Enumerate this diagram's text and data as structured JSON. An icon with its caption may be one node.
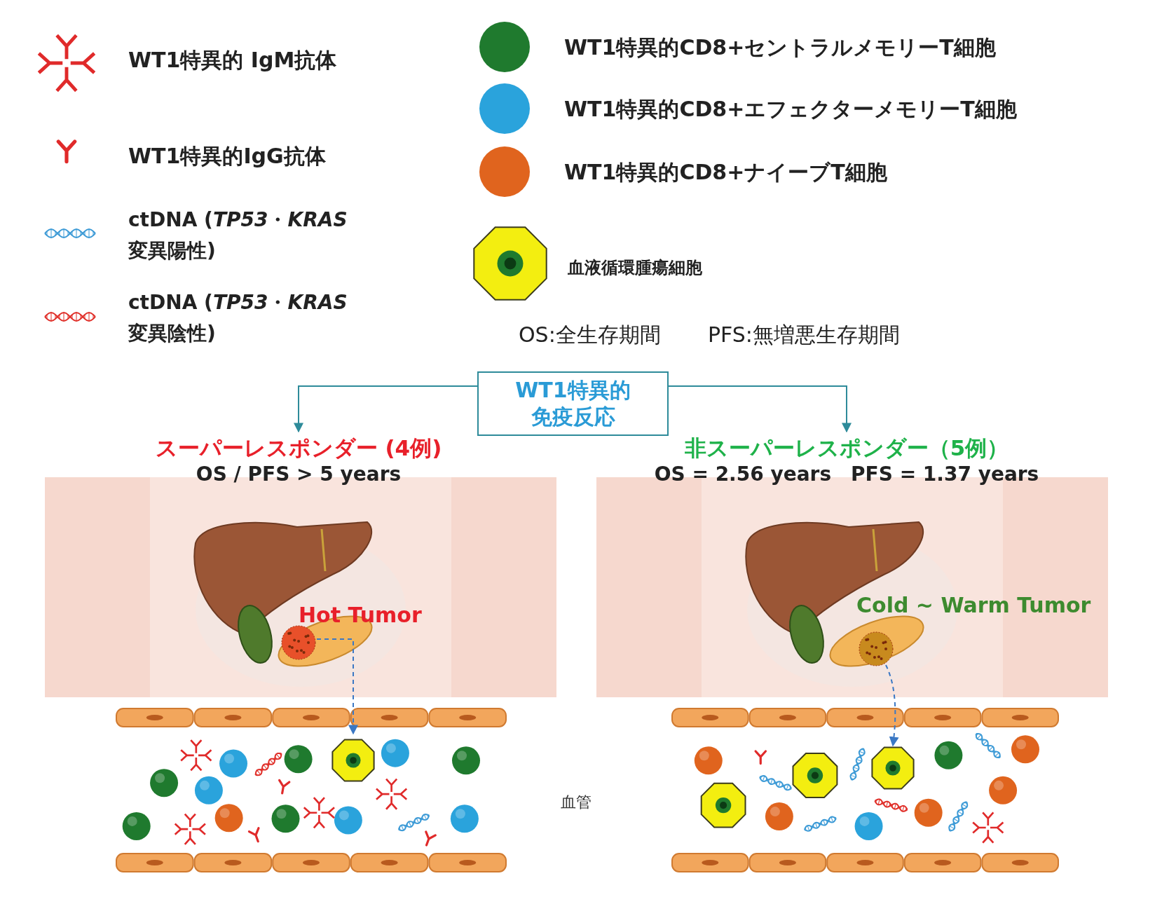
{
  "diagram": {
    "nodes": [
      {
        "text": [
          "WT1特異的免疫反応"
        ]
      },
      {
        "text": [
          "スーパーレスポンダー (4例)",
          "OS / PFS > 5 years"
        ]
      },
      {
        "text": [
          "非スーパーレスポンダー（5例）",
          "OS = 2.56 years　PFS = 1.37 years"
        ]
      },
      {
        "text": [],
        "shape": "circle"
      },
      {
        "text": [],
        "shape": "octagon"
      },
      {
        "text": [],
        "shape": "circle"
      },
      {
        "text": [],
        "shape": "octagon"
      }
    ],
    "edges": [
      {
        "from": 0,
        "to": 1,
        "arrow": "to"
      },
      {
        "from": 0,
        "to": 2,
        "arrow": "to"
      },
      {
        "from": 3,
        "to": 4,
        "arrow": "to",
        "style": "dashed",
        "color": "#3b78c4"
      },
      {
        "from": 5,
        "to": 6,
        "arrow": "to",
        "style": "dashed",
        "color": "#3b78c4"
      }
    ],
    "labels": [
      "OS:全生存期間",
      "PFS:無増悪生存期間",
      "Hot Tumor",
      "Cold ~ Warm Tumor",
      "血管"
    ],
    "legend": [
      {
        "text": "WT1特異的 IgM抗体"
      },
      {
        "text": "WT1特異的IgG抗体"
      },
      {
        "text": "ctDNA (*TP53*・*KRAS* 変異陽性)"
      },
      {
        "text": "ctDNA (*TP53*・*KRAS* 変異陰性)"
      },
      {
        "text": "WT1特異的CD8+セントラルメモリーT細胞",
        "color": "#1f7a2e"
      },
      {
        "text": "WT1特異的CD8+エフェクターメモリーT細胞",
        "color": "#2aa3dc"
      },
      {
        "text": "WT1特異的CD8+ナイーブT細胞",
        "color": "#e0641e"
      },
      {
        "text": "血液循環腫瘍細胞"
      }
    ]
  }
}
